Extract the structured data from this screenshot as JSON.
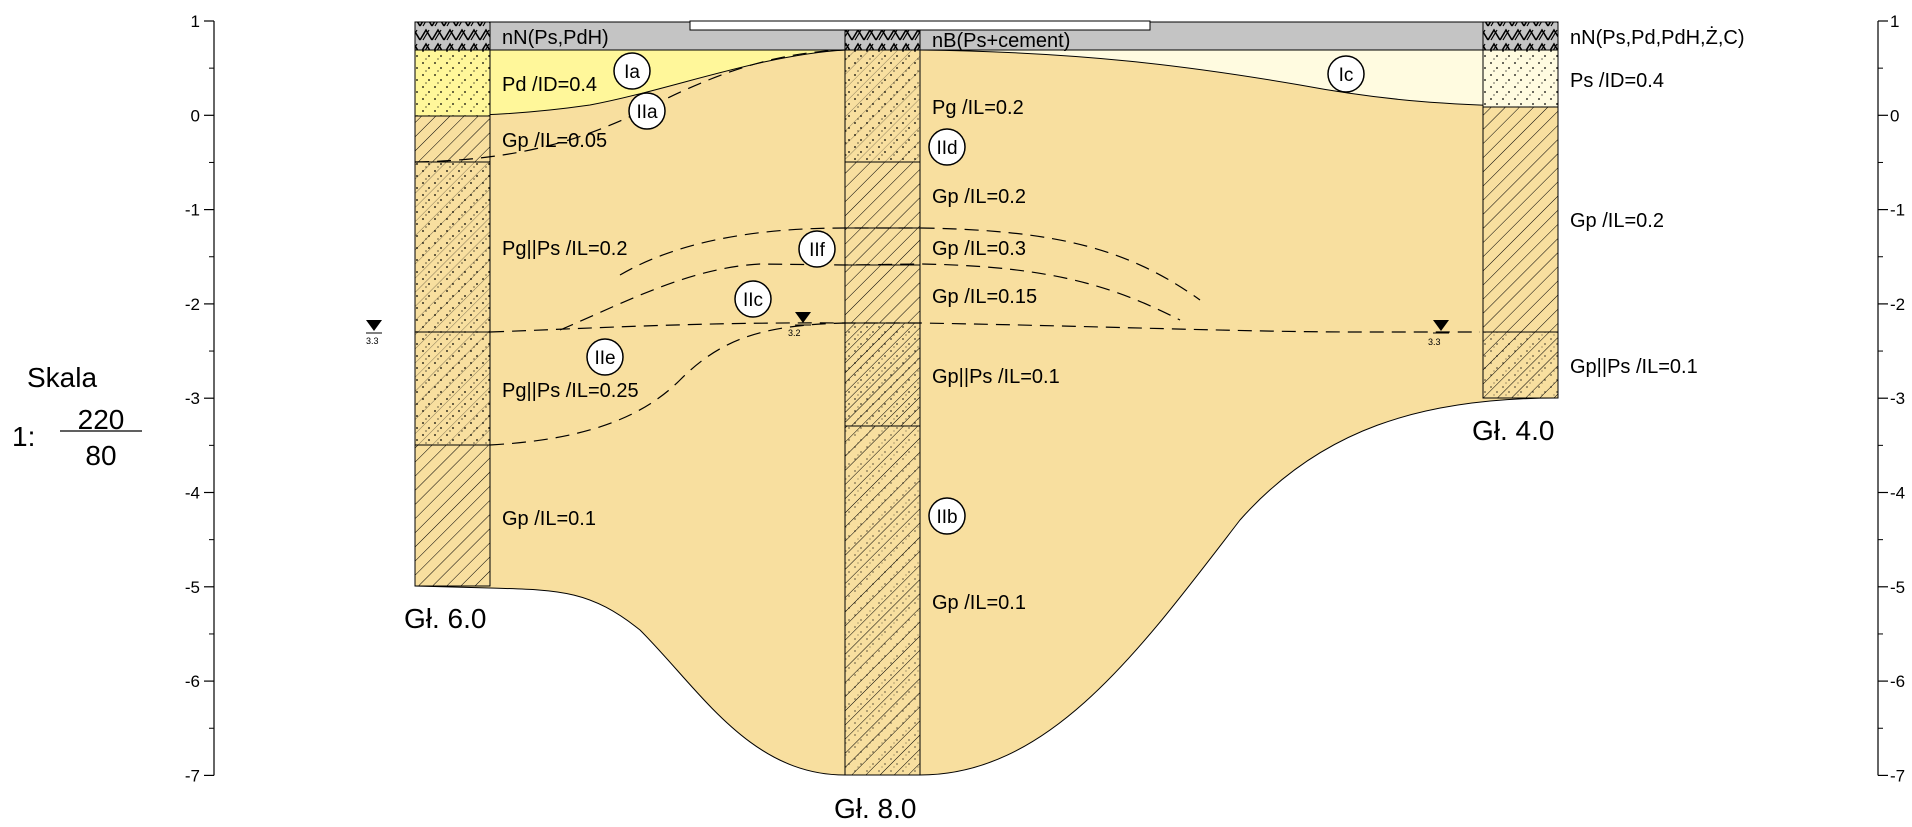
{
  "scale": {
    "label": "Skala",
    "prefix": "1:",
    "numerator": "220",
    "denominator": "80"
  },
  "axis": {
    "ticks": [
      "1",
      "0",
      "-1",
      "-2",
      "-3",
      "-4",
      "-5",
      "-6",
      "-7"
    ]
  },
  "boreholes": [
    {
      "id": "left",
      "depth_label": "Gł. 6.0",
      "water_level": "3.3",
      "layers": [
        "nN(Ps,PdH)",
        "Pd /ID=0.4",
        "Gp /IL=0.05",
        "Pg||Ps /IL=0.2",
        "Pg||Ps /IL=0.25",
        "Gp /IL=0.1"
      ]
    },
    {
      "id": "middle",
      "depth_label": "Gł. 8.0",
      "water_level": "3.2",
      "layers": [
        "nB(Ps+cement)",
        "Pg /IL=0.2",
        "Gp /IL=0.2",
        "Gp /IL=0.3",
        "Gp /IL=0.15",
        "Gp||Ps /IL=0.1",
        "Gp /IL=0.1"
      ]
    },
    {
      "id": "right",
      "depth_label": "Gł. 4.0",
      "water_level": "3.3",
      "layers": [
        "nN(Ps,Pd,PdH,Ż,C)",
        "Ps /ID=0.4",
        "Gp /IL=0.2",
        "Gp||Ps /IL=0.1"
      ]
    }
  ],
  "geotechnical_layers": [
    "Ia",
    "IIa",
    "Ic",
    "IId",
    "IIf",
    "IIc",
    "IIe",
    "IIb"
  ],
  "colors": {
    "soil_fill": "#f8df9f",
    "topsoil_yellow": "#fff79a",
    "sand_light": "#fffbe0",
    "fill_gray": "#c4c4c4",
    "line": "#000000"
  }
}
